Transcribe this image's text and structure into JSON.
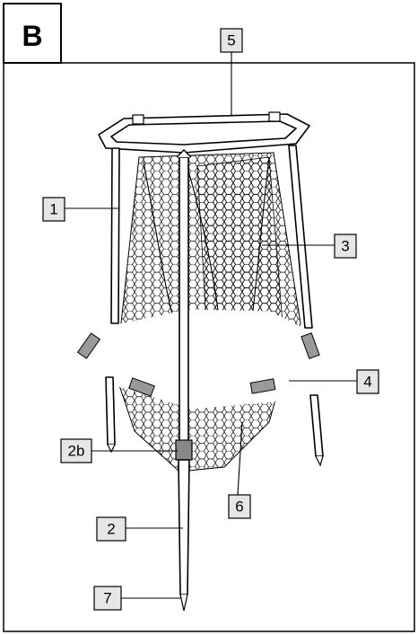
{
  "figure": {
    "panel_label": "B",
    "callouts": [
      {
        "id": "1",
        "text": "1"
      },
      {
        "id": "2",
        "text": "2"
      },
      {
        "id": "2b",
        "text": "2b"
      },
      {
        "id": "3",
        "text": "3"
      },
      {
        "id": "4",
        "text": "4"
      },
      {
        "id": "5",
        "text": "5"
      },
      {
        "id": "6",
        "text": "6"
      },
      {
        "id": "7",
        "text": "7"
      }
    ]
  }
}
